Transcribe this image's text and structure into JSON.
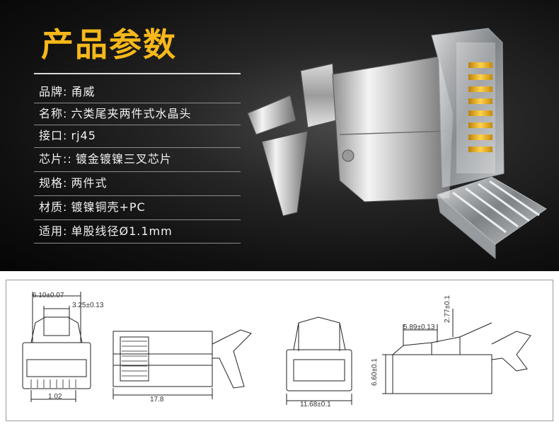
{
  "title": "产品参数",
  "specs": [
    {
      "label": "品牌:",
      "value": "甬威"
    },
    {
      "label": "名称:",
      "value": "六类尾夹两件式水晶头"
    },
    {
      "label": "接口:",
      "value": "rj45"
    },
    {
      "label": "芯片::",
      "value": "镀金镀镍三叉芯片"
    },
    {
      "label": "规格:",
      "value": "两件式"
    },
    {
      "label": "材质:",
      "value": "镀镍铜壳+PC"
    },
    {
      "label": "适用:",
      "value": "单股线径Ø1.1mm"
    }
  ],
  "dimensions": {
    "width_total": "6.10±0.07",
    "pitch_span": "3.25±0.13",
    "pin_pitch": "1.02",
    "length": "17.8",
    "body_width": "11.68±0.1",
    "latch_offset": "5.89±0.13",
    "latch_height": "2.77±0.1",
    "body_height": "6.60±0.1"
  },
  "colors": {
    "accent": "#f6b81a",
    "background": "#111111",
    "text": "#f2f2f2",
    "gold_contacts": "#e8a90f"
  }
}
